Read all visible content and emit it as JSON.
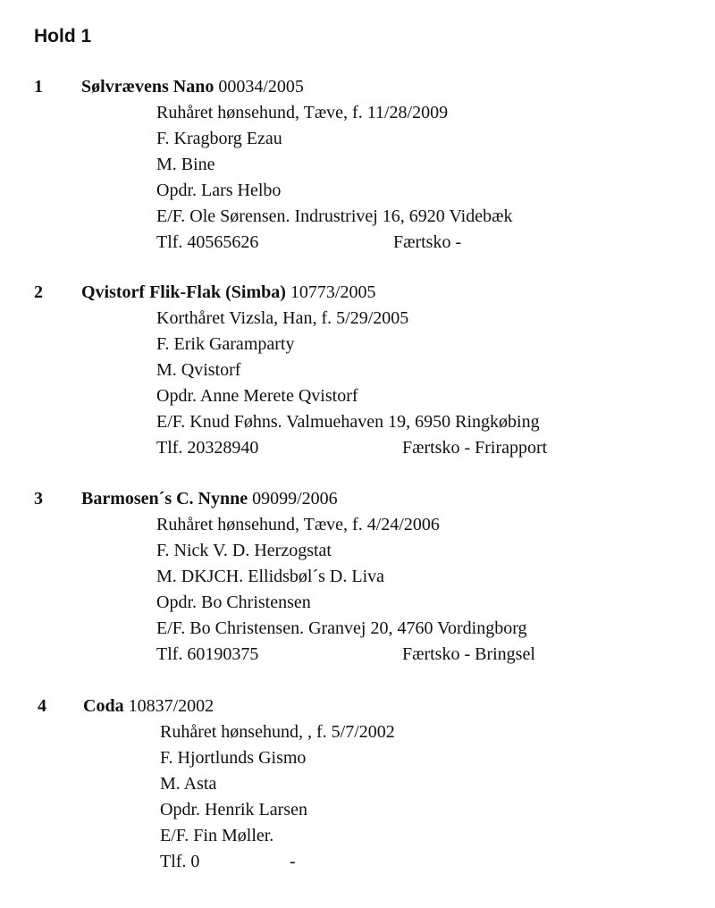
{
  "page": {
    "hold_title": "Hold 1"
  },
  "entries": [
    {
      "number": "1",
      "name": "Sølvrævens Nano",
      "reg": "00034/2005",
      "breed_line": "Ruhåret hønsehund, Tæve, f. 11/28/2009",
      "father": "F. Kragborg Ezau",
      "mother": "M. Bine",
      "breeder": "Opdr. Lars Helbo",
      "owner": "E/F. Ole Sørensen. Indrustrivej 16, 6920 Videbæk",
      "tlf": "Tlf. 40565626",
      "status": "Færtsko -"
    },
    {
      "number": "2",
      "name": "Qvistorf Flik-Flak (Simba)",
      "reg": "10773/2005",
      "breed_line": "Korthåret Vizsla, Han, f. 5/29/2005",
      "father": "F. Erik Garamparty",
      "mother": "M. Qvistorf",
      "breeder": "Opdr. Anne Merete Qvistorf",
      "owner": "E/F. Knud Føhns. Valmuehaven 19, 6950 Ringkøbing",
      "tlf": "Tlf. 20328940",
      "status": "Færtsko - Frirapport"
    },
    {
      "number": "3",
      "name": "Barmosen´s C. Nynne",
      "reg": "09099/2006",
      "breed_line": "Ruhåret hønsehund, Tæve, f. 4/24/2006",
      "father": "F. Nick V. D. Herzogstat",
      "mother": "M. DKJCH. Ellidsbøl´s D. Liva",
      "breeder": "Opdr. Bo Christensen",
      "owner": "E/F. Bo Christensen. Granvej 20, 4760 Vordingborg",
      "tlf": "Tlf. 60190375",
      "status": "Færtsko - Bringsel"
    },
    {
      "number": "4",
      "name": "Coda",
      "reg": "10837/2002",
      "breed_line": "Ruhåret hønsehund, , f. 5/7/2002",
      "father": "F. Hjortlunds Gismo",
      "mother": "M. Asta",
      "breeder": "Opdr. Henrik Larsen",
      "owner": "E/F. Fin Møller.",
      "tlf": "Tlf. 0",
      "status": "-"
    }
  ]
}
